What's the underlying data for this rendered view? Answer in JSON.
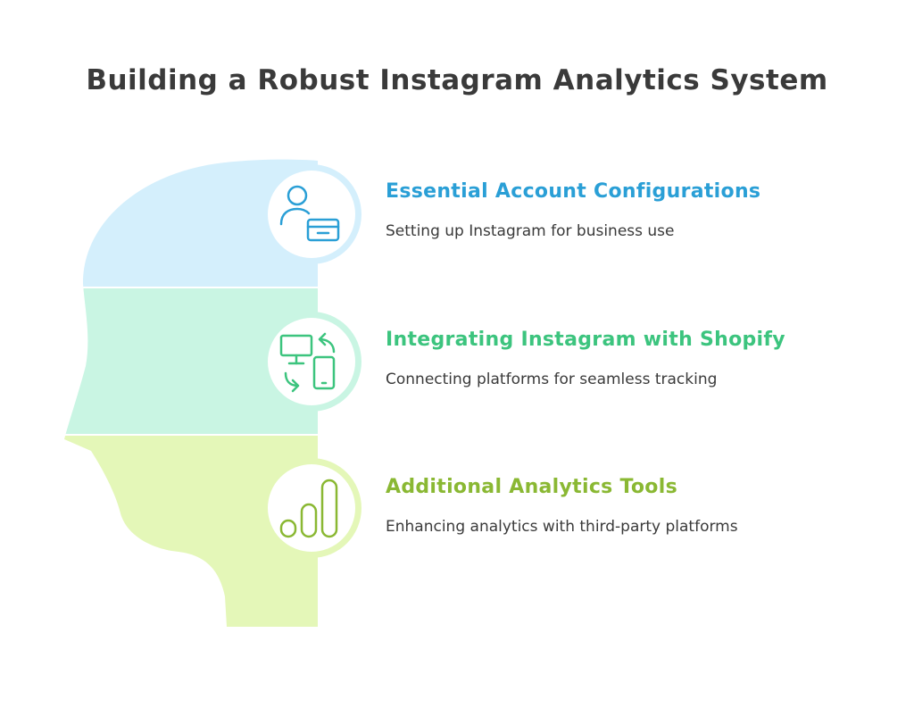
{
  "title": "Building a Robust Instagram Analytics System",
  "colors": {
    "band1": "#d4effc",
    "band2": "#c9f5e3",
    "band3": "#e4f7b8",
    "accent1": "#2a9fd6",
    "accent2": "#3cc47e",
    "accent3": "#8ab833"
  },
  "sections": [
    {
      "title": "Essential Account Configurations",
      "description": "Setting up Instagram for business use",
      "icon": "user-card-icon"
    },
    {
      "title": "Integrating Instagram with Shopify",
      "description": "Connecting platforms for seamless tracking",
      "icon": "device-sync-icon"
    },
    {
      "title": "Additional Analytics Tools",
      "description": "Enhancing analytics with third-party platforms",
      "icon": "bar-chart-icon"
    }
  ]
}
